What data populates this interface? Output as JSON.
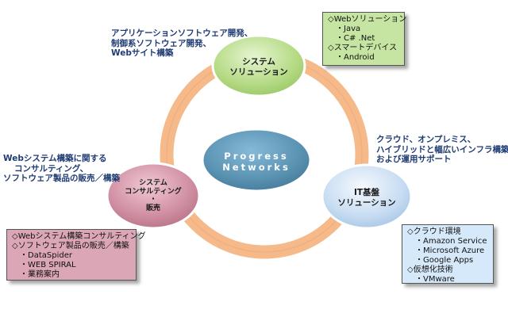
{
  "colors": {
    "ring": "#f6b98a",
    "center_node": "#5b93b3",
    "top_node": "#b6db86",
    "right_node": "#c8ddf2",
    "left_node": "#d08fa2",
    "note_top": "#c6e4a2",
    "note_right": "#d6e9fa",
    "note_left": "#dba6b6",
    "text_blue": "#1f3b73"
  },
  "center": {
    "line1": "Progress",
    "line2": "Networks"
  },
  "nodes": {
    "top": {
      "line1": "システム",
      "line2": "ソリューション"
    },
    "right": {
      "line1": "IT基盤",
      "line2": "ソリューション"
    },
    "left": {
      "line1": "システム",
      "line2": "コンサルティング",
      "line3": "・",
      "line4": "販売"
    }
  },
  "descriptions": {
    "top": [
      "アプリケーションソフトウェア開発、",
      "制御系ソフトウェア開発、",
      "Webサイト構築"
    ],
    "right": [
      "クラウド、オンプレミス、",
      "ハイブリッドと幅広いインフラ構築",
      "および運用サポート"
    ],
    "left": [
      "Webシステム構築に関する",
      "コンサルティング、",
      "ソフトウェア製品の販売／構築"
    ]
  },
  "notes": {
    "top": {
      "items": [
        {
          "label": "◇Webソリューション",
          "subs": [
            "・Java",
            "・C# .Net"
          ]
        },
        {
          "label": "◇スマートデバイス",
          "subs": [
            "・Android"
          ]
        }
      ]
    },
    "right": {
      "items": [
        {
          "label": "◇クラウド環境",
          "subs": [
            "・Amazon Service",
            "・Microsoft Azure",
            "・Google Apps"
          ]
        },
        {
          "label": "◇仮想化技術",
          "subs": [
            "・VMware"
          ]
        }
      ]
    },
    "left": {
      "items": [
        {
          "label": "◇Webシステム構築コンサルティング",
          "subs": []
        },
        {
          "label": "◇ソフトウェア製品の販売／構築",
          "subs": [
            "・DataSpider",
            "・WEB SPIRAL",
            "・業務案内"
          ]
        }
      ]
    }
  }
}
